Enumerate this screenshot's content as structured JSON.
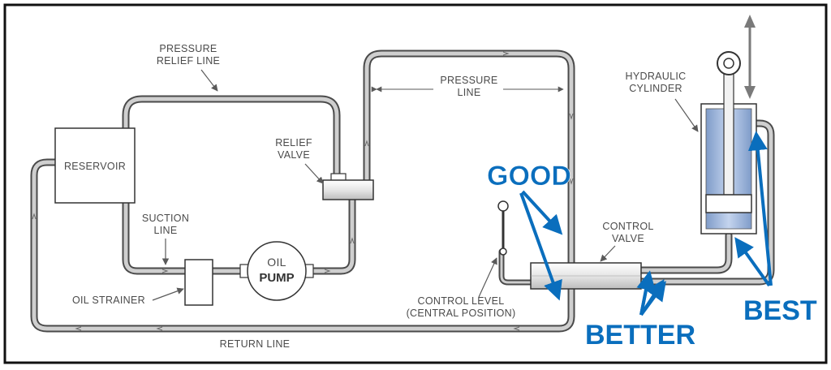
{
  "labels": {
    "reservoir": "RESERVOIR",
    "pressure_relief_1": "PRESSURE",
    "pressure_relief_2": "RELIEF LINE",
    "pressure_line_1": "PRESSURE",
    "pressure_line_2": "LINE",
    "relief_valve_1": "RELIEF",
    "relief_valve_2": "VALVE",
    "suction_1": "SUCTION",
    "suction_2": "LINE",
    "oil_strainer": "OIL STRAINER",
    "oil": "OIL",
    "pump": "PUMP",
    "return_line": "RETURN LINE",
    "control_level_1": "CONTROL  LEVEL",
    "control_level_2": "(CENTRAL  POSITION)",
    "control_valve_1": "CONTROL",
    "control_valve_2": "VALVE",
    "hydraulic_1": "HYDRAULIC",
    "hydraulic_2": "CYLINDER"
  },
  "ratings": {
    "good": "GOOD",
    "better": "BETTER",
    "best": "BEST"
  },
  "colors": {
    "accent_blue": "#0a6ebd",
    "pipe_gray": "#8a8a8a",
    "cylinder_fill": "#a9bfe0"
  }
}
